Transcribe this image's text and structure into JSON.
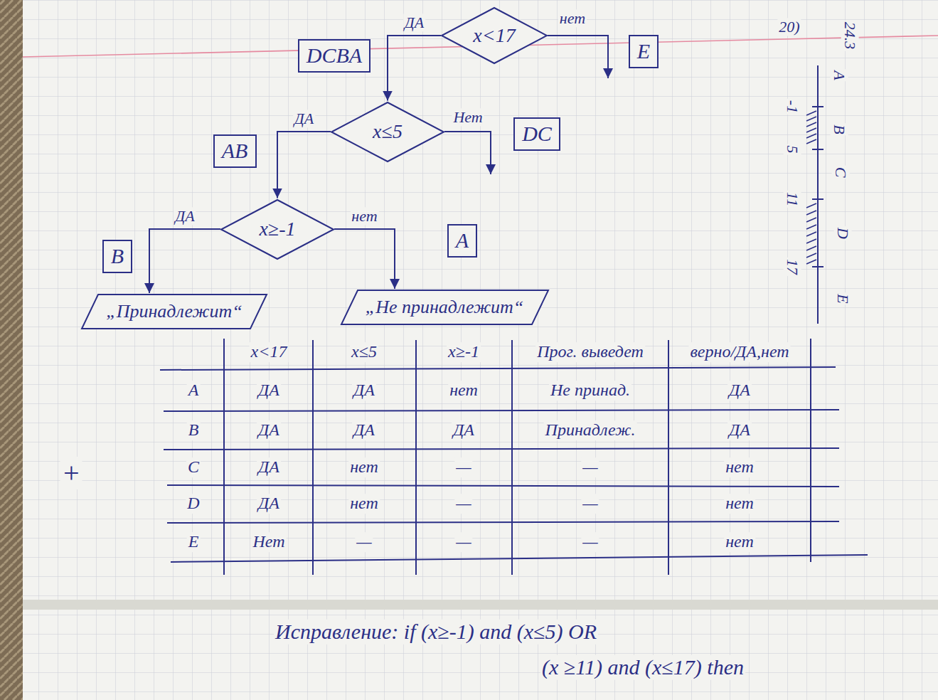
{
  "diagram": {
    "nodes": [
      {
        "text": [
          "x<17"
        ]
      },
      {
        "text": [
          "DCBA"
        ]
      },
      {
        "text": [
          "E"
        ]
      },
      {
        "text": [
          "x≤5"
        ]
      },
      {
        "text": [
          "AB"
        ]
      },
      {
        "text": [
          "DC"
        ]
      },
      {
        "text": [
          "x≥-1"
        ]
      },
      {
        "text": [
          "A"
        ]
      },
      {
        "text": [
          "B"
        ]
      },
      {
        "text": [
          "„Принадлежит“"
        ]
      },
      {
        "text": [
          "„Не принадлежит“"
        ]
      }
    ],
    "edges": [
      {
        "from": 0,
        "to": 3,
        "arrow": "to",
        "label": "ДА"
      },
      {
        "from": 3,
        "to": 6,
        "arrow": "to",
        "label": "ДА"
      },
      {
        "from": 6,
        "to": 9,
        "arrow": "to",
        "label": "ДА"
      },
      {
        "from": 6,
        "to": 10,
        "arrow": "to",
        "label": "нет"
      }
    ],
    "labels": [
      "нет",
      "Нет",
      "20)",
      "24.3",
      "A",
      "-1",
      "B",
      "5",
      "C",
      "11",
      "D",
      "17",
      "E",
      "x<17",
      "x≤5",
      "x≥-1",
      "Прог. выведет",
      "верно/ДА,нет",
      "A",
      "ДА",
      "ДА",
      "нет",
      "Не принад.",
      "ДА",
      "B",
      "ДА",
      "ДА",
      "ДА",
      "Принадлеж.",
      "ДА",
      "C",
      "ДА",
      "нет",
      "—",
      "—",
      "нет",
      "D",
      "ДА",
      "нет",
      "—",
      "—",
      "нет",
      "E",
      "Нет",
      "—",
      "—",
      "—",
      "нет",
      "+",
      "Исправление: if (x≥-1) and (x≤5) OR",
      "(x ≥11) and (x≤17) then"
    ]
  }
}
